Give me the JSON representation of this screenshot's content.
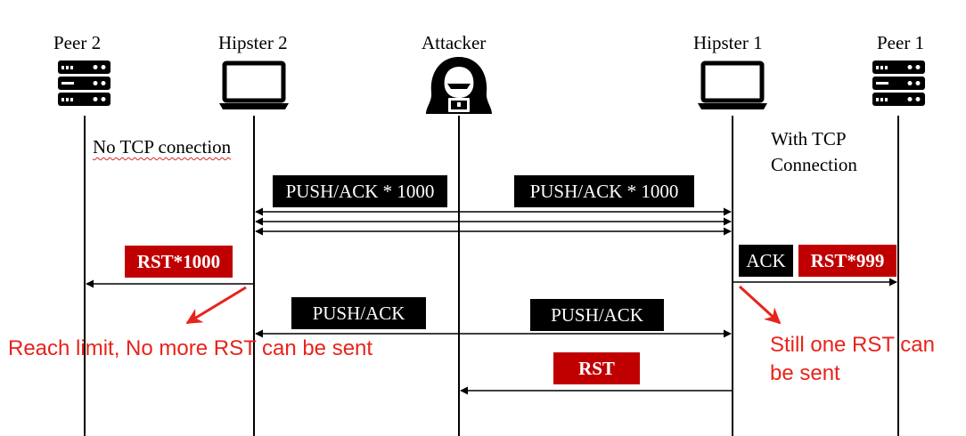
{
  "participants": {
    "peer2": "Peer 2",
    "hipster2": "Hipster 2",
    "attacker": "Attacker",
    "hipster1": "Hipster 1",
    "peer1": "Peer 1"
  },
  "notes": {
    "no_tcp": "No TCP conection",
    "with_tcp_line1": "With TCP",
    "with_tcp_line2": "Connection"
  },
  "messages": {
    "push_ack_1000_left": "PUSH/ACK * 1000",
    "push_ack_1000_right": "PUSH/ACK * 1000",
    "rst_1000": "RST*1000",
    "ack": "ACK",
    "rst_999": "RST*999",
    "push_ack_left": "PUSH/ACK",
    "push_ack_right": "PUSH/ACK",
    "rst": "RST"
  },
  "annotations": {
    "reach_limit": "Reach limit, No more RST can be sent",
    "still_one_line1": "Still one RST can",
    "still_one_line2": "be sent"
  },
  "colors": {
    "label_box": "#000000",
    "rst_box": "#c00000",
    "annotation": "#e8231b"
  }
}
